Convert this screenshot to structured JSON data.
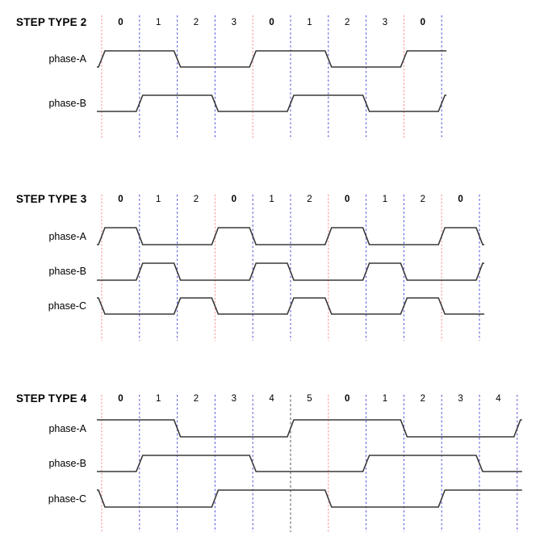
{
  "diagram": {
    "description": "Stepper motor step type timing diagrams",
    "colors": {
      "red_line": "#ff8888",
      "blue_line": "#4a4add",
      "black_line": "#555555",
      "wave": "#383838",
      "text": "#000000",
      "background": "#ffffff"
    },
    "sections": [
      {
        "title": "STEP TYPE 2",
        "step_labels": [
          "0",
          "1",
          "2",
          "3",
          "0",
          "1",
          "2",
          "3",
          "0"
        ],
        "boundary_colors": [
          "red",
          "blue",
          "blue",
          "blue",
          "red",
          "blue",
          "blue",
          "blue",
          "red",
          "blue"
        ],
        "phases": [
          {
            "name": "phase-A",
            "prev": 0,
            "levels": [
              1,
              1,
              0,
              0,
              1,
              1,
              0,
              0,
              1
            ],
            "next": 1
          },
          {
            "name": "phase-B",
            "prev": 0,
            "levels": [
              0,
              1,
              1,
              0,
              0,
              1,
              1,
              0,
              0
            ],
            "next": 1
          }
        ]
      },
      {
        "title": "STEP TYPE 3",
        "step_labels": [
          "0",
          "1",
          "2",
          "0",
          "1",
          "2",
          "0",
          "1",
          "2",
          "0"
        ],
        "boundary_colors": [
          "red",
          "blue",
          "blue",
          "red",
          "blue",
          "blue",
          "red",
          "blue",
          "blue",
          "red",
          "blue"
        ],
        "phases": [
          {
            "name": "phase-A",
            "prev": 0,
            "levels": [
              1,
              0,
              0,
              1,
              0,
              0,
              1,
              0,
              0,
              1
            ],
            "next": 0
          },
          {
            "name": "phase-B",
            "prev": 0,
            "levels": [
              0,
              1,
              0,
              0,
              1,
              0,
              0,
              1,
              0,
              0
            ],
            "next": 1
          },
          {
            "name": "phase-C",
            "prev": 1,
            "levels": [
              0,
              0,
              1,
              0,
              0,
              1,
              0,
              0,
              1,
              0
            ],
            "next": 0
          }
        ]
      },
      {
        "title": "STEP TYPE 4",
        "step_labels": [
          "0",
          "1",
          "2",
          "3",
          "4",
          "5",
          "0",
          "1",
          "2",
          "3",
          "4"
        ],
        "boundary_colors": [
          "red",
          "blue",
          "blue",
          "blue",
          "blue",
          "black",
          "red",
          "blue",
          "blue",
          "blue",
          "blue",
          "blue"
        ],
        "phases": [
          {
            "name": "phase-A",
            "prev": 1,
            "levels": [
              1,
              1,
              0,
              0,
              0,
              1,
              1,
              1,
              0,
              0,
              0
            ],
            "next": 1
          },
          {
            "name": "phase-B",
            "prev": 0,
            "levels": [
              0,
              1,
              1,
              1,
              0,
              0,
              0,
              1,
              1,
              1,
              0
            ],
            "next": 0
          },
          {
            "name": "phase-C",
            "prev": 1,
            "levels": [
              0,
              0,
              0,
              1,
              1,
              1,
              0,
              0,
              0,
              1,
              1
            ],
            "next": 1
          }
        ]
      }
    ]
  }
}
